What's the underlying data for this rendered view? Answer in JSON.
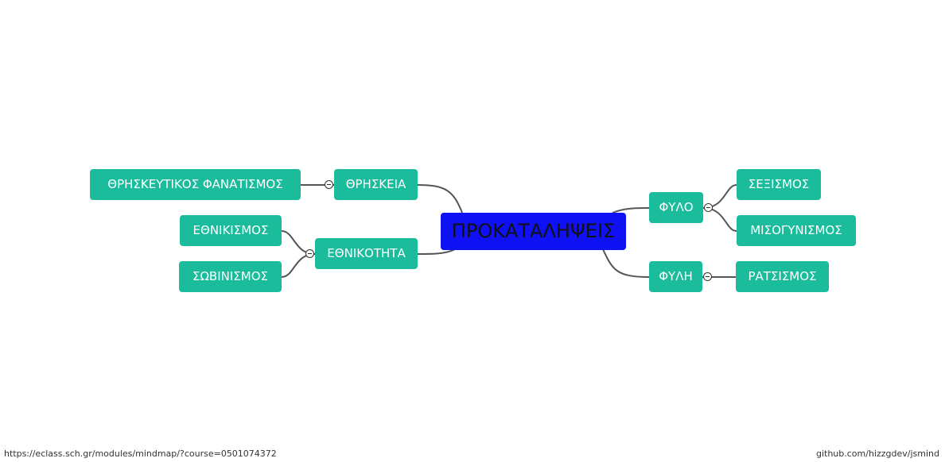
{
  "mindmap": {
    "root": "ΠΡΟΚΑΤΑΛΗΨΕΙΣ",
    "thriskeia": "ΘΡΗΣΚΕΙΑ",
    "thriskeftikos_fanatismos": "ΘΡΗΣΚΕΥΤΙΚΟΣ ΦΑΝΑΤΙΣΜΟΣ",
    "ethnikotita": "ΕΘΝΙΚΟΤΗΤΑ",
    "ethnikismos": "ΕΘΝΙΚΙΣΜΟΣ",
    "sovinismos": "ΣΩΒΙΝΙΣΜΟΣ",
    "fylo": "ΦΥΛΟ",
    "sexismos": "ΣΕΞΙΣΜΟΣ",
    "misogynismos": "ΜΙΣΟΓΥΝΙΣΜΟΣ",
    "fyli": "ΦΥΛΗ",
    "ratsismos": "ΡΑΤΣΙΣΜΟΣ"
  },
  "footer": {
    "source_url": "https://eclass.sch.gr/modules/mindmap/?course=0501074372",
    "credit": "github.com/hizzgdev/jsmind"
  },
  "colors": {
    "root_bg": "#1010f5",
    "node_bg": "#1abc9c",
    "line": "#555555"
  }
}
